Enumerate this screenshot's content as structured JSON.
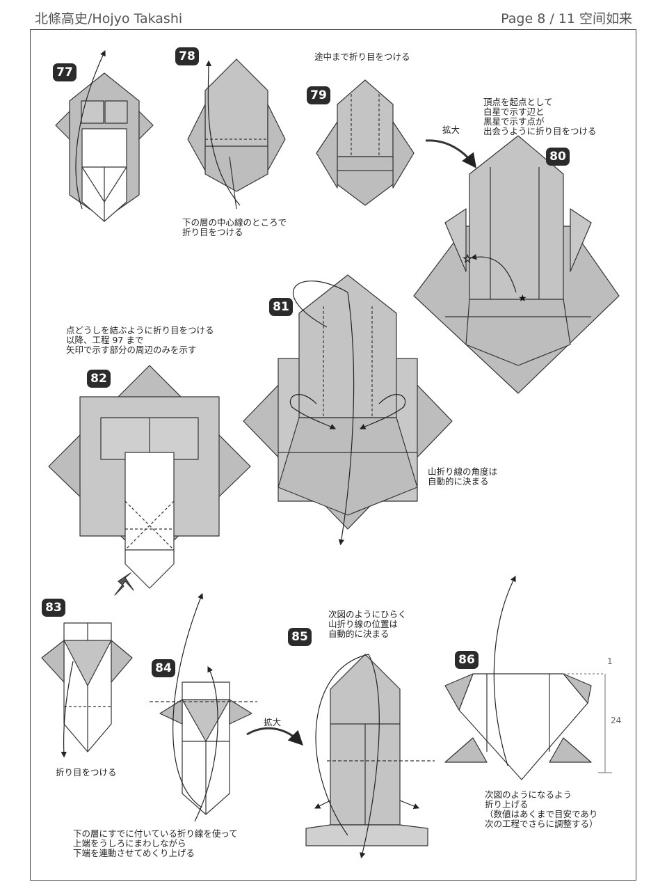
{
  "header": {
    "left": "北條高史/Hojyo Takashi",
    "right": "Page 8 / 11  空间如来"
  },
  "steps": [
    "77",
    "78",
    "79",
    "80",
    "81",
    "82",
    "83",
    "84",
    "85",
    "86"
  ],
  "notes": {
    "n79": "途中まで折り目をつける",
    "n78": "下の層の中心線のところで\n折り目をつける",
    "n80_zoom": "拡大",
    "n80": "頂点を起点として\n白星で示す辺と\n黒星で示す点が\n出会うように折り目をつける",
    "n82": "点どうしを結ぶように折り目をつける\n以降、工程 97 まで\n矢印で示す部分の周辺のみを示す",
    "n81": "山折り線の角度は\n自動的に決まる",
    "n83": "折り目をつける",
    "n85_zoom": "拡大",
    "n85": "次図のようにひらく\n山折り線の位置は\n自動的に決まる",
    "n84": "下の層にすでに付いている折り線を使って\n上端をうしろにまわしながら\n下端を連動させてめくり上げる",
    "n86": "次図のようになるよう\n折り上げる\n（数値はあくまで目安であり\n次の工程でさらに調整する）"
  },
  "dimensions": {
    "top": "1",
    "height": "24"
  },
  "colors": {
    "paper_front": "#bdbdbd",
    "paper_back": "#ffffff",
    "line": "#333333",
    "dark": "#2b2b2b"
  }
}
